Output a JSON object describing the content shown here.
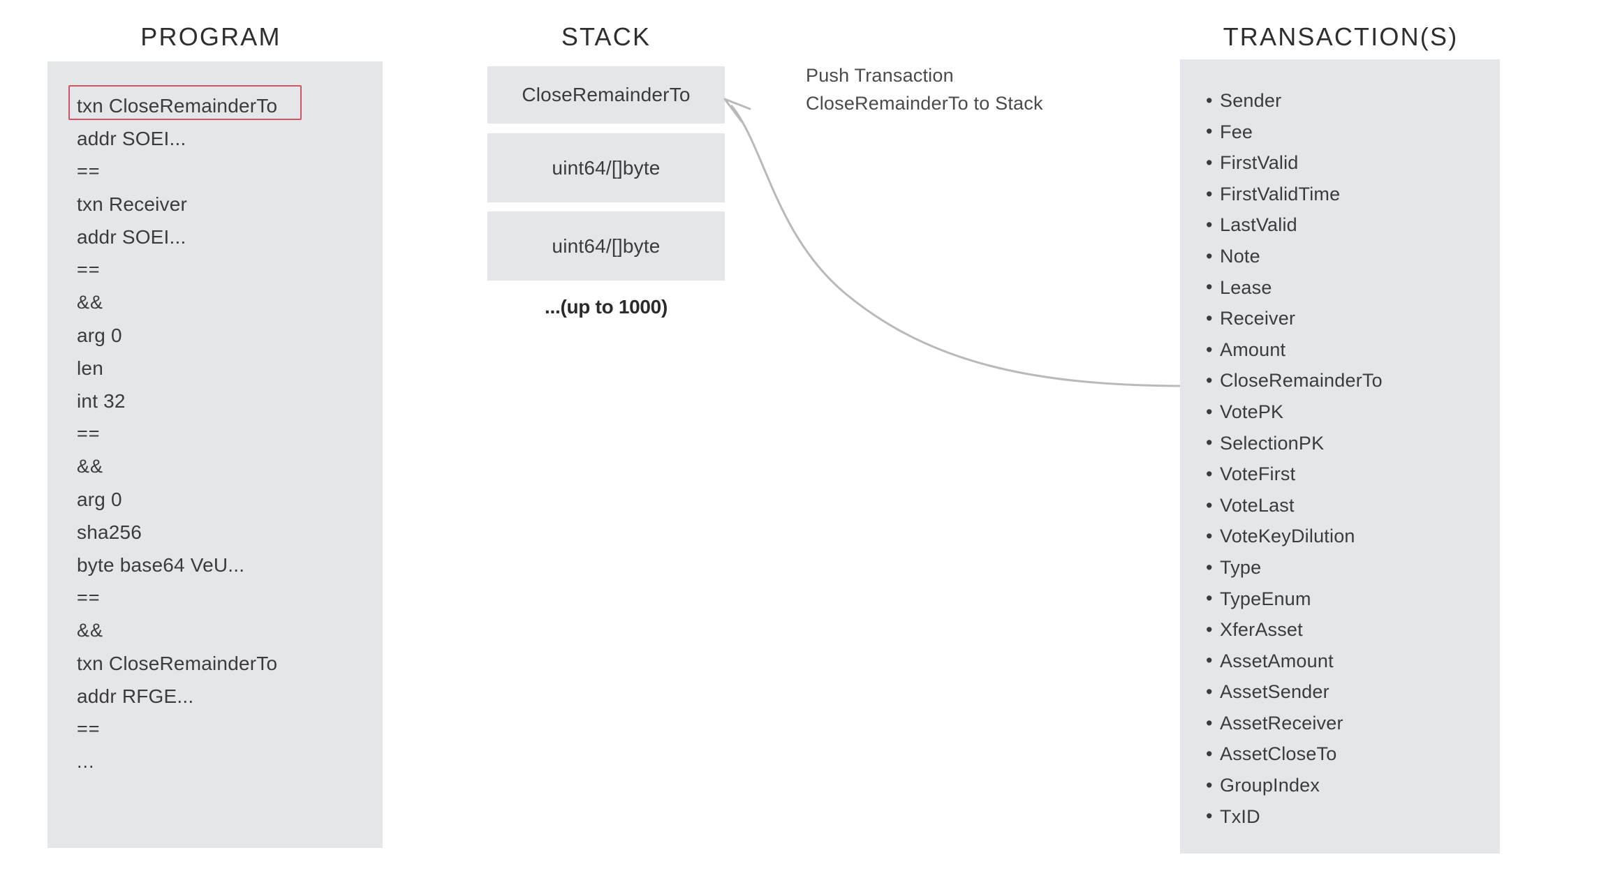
{
  "program": {
    "title": "PROGRAM",
    "highlighted_index": 0,
    "lines": [
      {
        "text": "txn CloseRemainderTo",
        "kind": "instruction"
      },
      {
        "text": "addr SOEI...",
        "kind": "instruction"
      },
      {
        "text": "==",
        "kind": "operator"
      },
      {
        "text": "txn Receiver",
        "kind": "instruction"
      },
      {
        "text": "addr SOEI...",
        "kind": "instruction"
      },
      {
        "text": "==",
        "kind": "operator"
      },
      {
        "text": "&&",
        "kind": "operator"
      },
      {
        "text": "arg 0",
        "kind": "instruction"
      },
      {
        "text": "len",
        "kind": "instruction"
      },
      {
        "text": "int 32",
        "kind": "instruction"
      },
      {
        "text": "==",
        "kind": "operator"
      },
      {
        "text": "&&",
        "kind": "operator"
      },
      {
        "text": "arg 0",
        "kind": "instruction"
      },
      {
        "text": "sha256",
        "kind": "instruction"
      },
      {
        "text": "byte base64 VeU...",
        "kind": "instruction"
      },
      {
        "text": "==",
        "kind": "operator"
      },
      {
        "text": "&&",
        "kind": "operator"
      },
      {
        "text": "txn CloseRemainderTo",
        "kind": "instruction"
      },
      {
        "text": "addr RFGE...",
        "kind": "instruction"
      },
      {
        "text": "==",
        "kind": "operator"
      },
      {
        "text": "...",
        "kind": "operator"
      }
    ]
  },
  "stack": {
    "title": "STACK",
    "slots": [
      {
        "label": "CloseRemainderTo"
      },
      {
        "label": "uint64/[]byte"
      },
      {
        "label": "uint64/[]byte"
      }
    ],
    "overflow_note": "...(up to 1000)"
  },
  "annotation": {
    "line1": "Push Transaction",
    "line2": "CloseRemainderTo to Stack"
  },
  "transactions": {
    "title": "TRANSACTION(S)",
    "bullet": "•",
    "fields": [
      "Sender",
      "Fee",
      "FirstValid",
      "FirstValidTime",
      "LastValid",
      "Note",
      "Lease",
      "Receiver",
      "Amount",
      "CloseRemainderTo",
      "VotePK",
      "SelectionPK",
      "VoteFirst",
      "VoteLast",
      "VoteKeyDilution",
      "Type",
      "TypeEnum",
      "XferAsset",
      "AssetAmount",
      "AssetSender",
      "AssetReceiver",
      "AssetCloseTo",
      "GroupIndex",
      "TxID"
    ]
  },
  "colors": {
    "panel_bg": "#e4e6e9",
    "page_bg": "#ffffff",
    "text": "#3b3b3b",
    "title": "#2e2e2e",
    "highlight_border": "#ce5563",
    "arrow": "#b6b6b6"
  }
}
